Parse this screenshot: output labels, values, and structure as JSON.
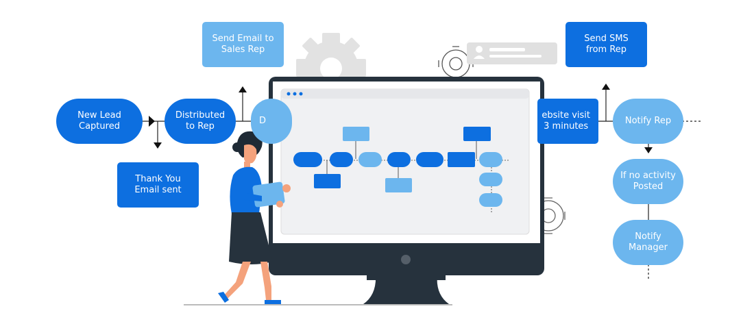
{
  "diagram": {
    "nodes": {
      "new_lead": "New Lead\nCaptured",
      "distributed": "Distributed\nto Rep",
      "thank_you": "Thank You\nEmail sent",
      "send_email": "Send Email to\nSales Rep",
      "hidden_partial": "D",
      "send_sms": "Send SMS\nfrom Rep",
      "website_visit": "ebsite visit\n3 minutes",
      "notify_rep": "Notify Rep",
      "no_activity": "If no activity\nPosted",
      "notify_manager": "Notify\nManager"
    },
    "colors": {
      "dark_node": "#0d6fe0",
      "light_node": "#6cb6ee",
      "monitor": "#26323d",
      "connector": "#222222",
      "gear": "#e4e4e4"
    }
  },
  "illustration": {
    "icons": [
      "gear-icon",
      "user-card-icon",
      "monitor-icon",
      "person-figure"
    ]
  }
}
